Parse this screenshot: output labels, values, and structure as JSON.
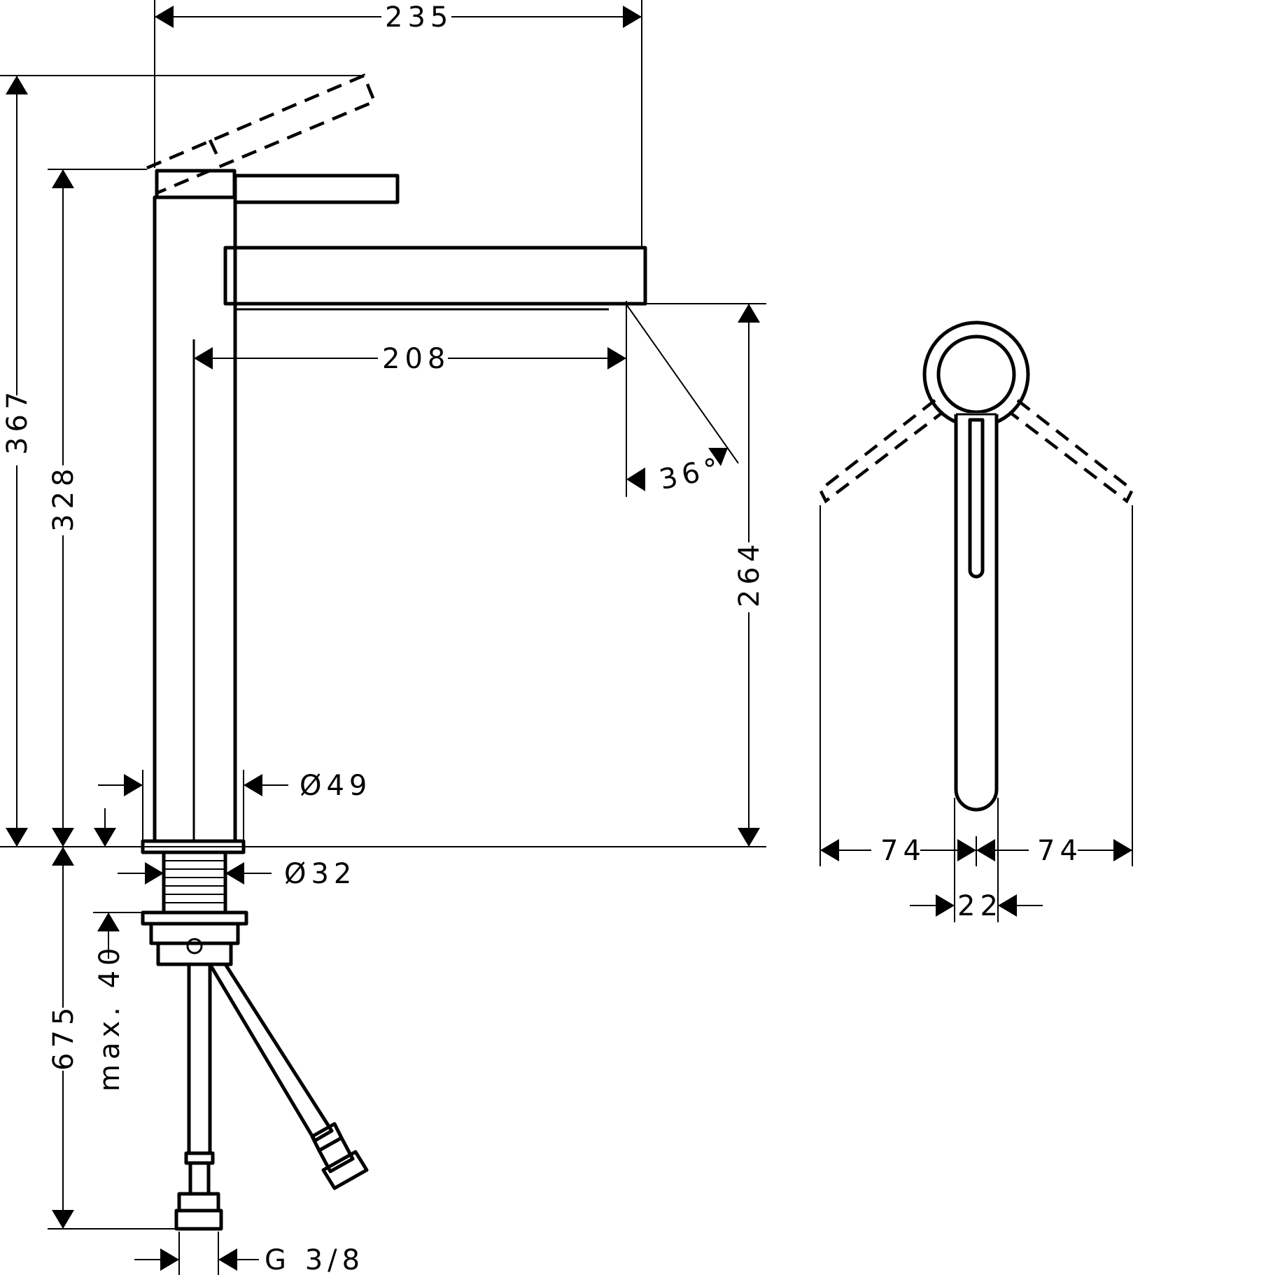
{
  "drawing": {
    "colors": {
      "line": "#000000",
      "background": "#ffffff"
    },
    "dimensions": {
      "width_top": "235",
      "spout_reach": "208",
      "spout_angle": "36°",
      "total_height": "367",
      "body_height": "328",
      "spout_height": "264",
      "body_diameter": "Ø49",
      "thread_diameter": "Ø32",
      "max_thickness": "max. 40",
      "hose_length": "675",
      "connection": "G 3/8",
      "handle_left": "74",
      "handle_right": "74",
      "handle_width": "22"
    }
  }
}
